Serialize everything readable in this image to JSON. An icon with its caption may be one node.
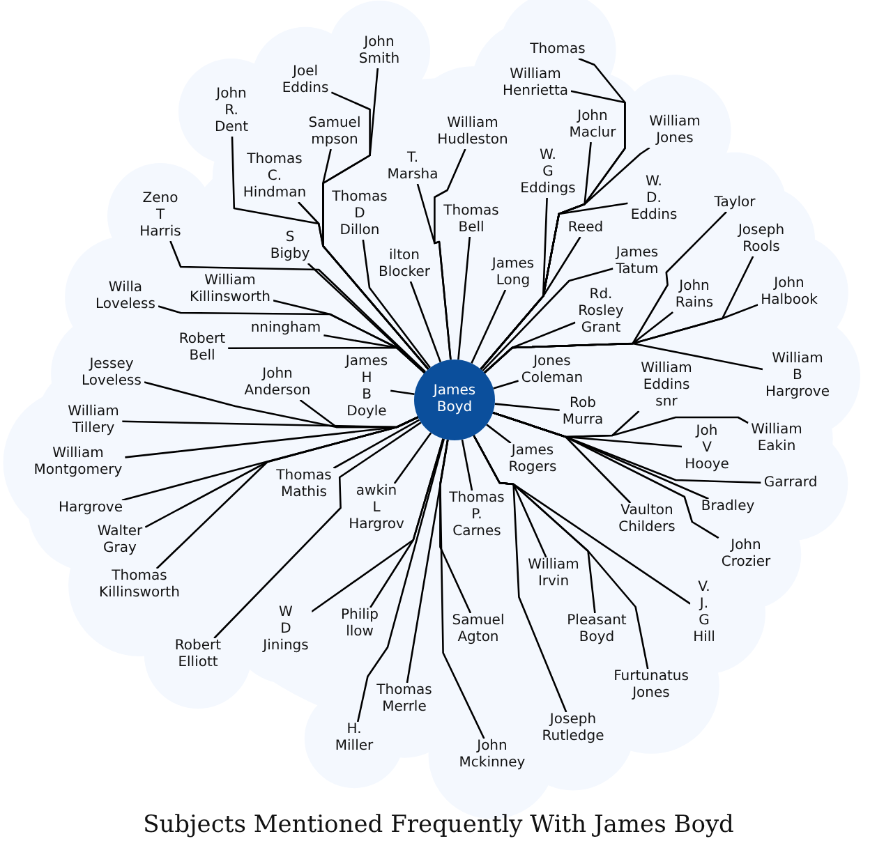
{
  "diagram": {
    "title": "Subjects Mentioned Frequently With James Boyd",
    "nodes": [
      {
        "text": [
          "James Boyd"
        ]
      },
      {
        "text": [
          "John Smith"
        ]
      },
      {
        "text": [
          "Thomas"
        ]
      },
      {
        "text": [
          "Joel Eddins"
        ]
      },
      {
        "text": [
          "William Henrietta"
        ]
      },
      {
        "text": [
          "John R. Dent"
        ]
      },
      {
        "text": [
          "John Maclur"
        ]
      },
      {
        "text": [
          "William Jones"
        ]
      },
      {
        "text": [
          "Samuel mpson"
        ]
      },
      {
        "text": [
          "William Hudleston"
        ]
      },
      {
        "text": [
          "T. Marsha"
        ]
      },
      {
        "text": [
          "Thomas C. Hindman"
        ]
      },
      {
        "text": [
          "W. G Eddings"
        ]
      },
      {
        "text": [
          "W. D. Eddins"
        ]
      },
      {
        "text": [
          "Taylor"
        ]
      },
      {
        "text": [
          "Zeno T Harris"
        ]
      },
      {
        "text": [
          "Thomas D Dillon"
        ]
      },
      {
        "text": [
          "Thomas Bell"
        ]
      },
      {
        "text": [
          "Reed"
        ]
      },
      {
        "text": [
          "Joseph Rools"
        ]
      },
      {
        "text": [
          "S Bigby"
        ]
      },
      {
        "text": [
          "ilton Blocker"
        ]
      },
      {
        "text": [
          "James Long"
        ]
      },
      {
        "text": [
          "James Tatum"
        ]
      },
      {
        "text": [
          "Willa Loveless"
        ]
      },
      {
        "text": [
          "William Killinsworth"
        ]
      },
      {
        "text": [
          "John Rains"
        ]
      },
      {
        "text": [
          "John Halbook"
        ]
      },
      {
        "text": [
          "Rd. Rosley Grant"
        ]
      },
      {
        "text": [
          "nningham"
        ]
      },
      {
        "text": [
          "Robert Bell"
        ]
      },
      {
        "text": [
          "James H B Doyle"
        ]
      },
      {
        "text": [
          "Jones Coleman"
        ]
      },
      {
        "text": [
          "Jessey Loveless"
        ]
      },
      {
        "text": [
          "John Anderson"
        ]
      },
      {
        "text": [
          "William Eddins snr"
        ]
      },
      {
        "text": [
          "William B Hargrove"
        ]
      },
      {
        "text": [
          "Rob Murra"
        ]
      },
      {
        "text": [
          "William Tillery"
        ]
      },
      {
        "text": [
          "William Eakin"
        ]
      },
      {
        "text": [
          "Joh V Hooye"
        ]
      },
      {
        "text": [
          "William Montgomery"
        ]
      },
      {
        "text": [
          "James Rogers"
        ]
      },
      {
        "text": [
          "Thomas Mathis"
        ]
      },
      {
        "text": [
          "Garrard"
        ]
      },
      {
        "text": [
          "awkin L Hargrov"
        ]
      },
      {
        "text": [
          "Hargrove"
        ]
      },
      {
        "text": [
          "Bradley"
        ]
      },
      {
        "text": [
          "Thomas P. Carnes"
        ]
      },
      {
        "text": [
          "Vaulton Childers"
        ]
      },
      {
        "text": [
          "Walter Gray"
        ]
      },
      {
        "text": [
          "John Crozier"
        ]
      },
      {
        "text": [
          "William Irvin"
        ]
      },
      {
        "text": [
          "Thomas Killinsworth"
        ]
      },
      {
        "text": [
          "V. J. G Hill"
        ]
      },
      {
        "text": [
          "Philip llow"
        ]
      },
      {
        "text": [
          "W D Jinings"
        ]
      },
      {
        "text": [
          "Samuel Agton"
        ]
      },
      {
        "text": [
          "Pleasant Boyd"
        ]
      },
      {
        "text": [
          "Robert Elliott"
        ]
      },
      {
        "text": [
          "Furtunatus Jones"
        ]
      },
      {
        "text": [
          "Thomas Merrle"
        ]
      },
      {
        "text": [
          "H. Miller"
        ]
      },
      {
        "text": [
          "Joseph Rutledge"
        ]
      },
      {
        "text": [
          "John Mckinney"
        ]
      }
    ],
    "edges": [
      {
        "from": 0,
        "to": 1,
        "arrow": "none"
      },
      {
        "from": 0,
        "to": 2,
        "arrow": "none"
      },
      {
        "from": 0,
        "to": 3,
        "arrow": "none"
      },
      {
        "from": 0,
        "to": 4,
        "arrow": "none"
      },
      {
        "from": 0,
        "to": 5,
        "arrow": "none"
      },
      {
        "from": 0,
        "to": 6,
        "arrow": "none"
      },
      {
        "from": 0,
        "to": 7,
        "arrow": "none"
      },
      {
        "from": 0,
        "to": 8,
        "arrow": "none"
      },
      {
        "from": 0,
        "to": 9,
        "arrow": "none"
      },
      {
        "from": 0,
        "to": 10,
        "arrow": "none"
      },
      {
        "from": 0,
        "to": 11,
        "arrow": "none"
      },
      {
        "from": 0,
        "to": 12,
        "arrow": "none"
      },
      {
        "from": 0,
        "to": 13,
        "arrow": "none"
      },
      {
        "from": 0,
        "to": 14,
        "arrow": "none"
      },
      {
        "from": 0,
        "to": 15,
        "arrow": "none"
      },
      {
        "from": 0,
        "to": 16,
        "arrow": "none"
      },
      {
        "from": 0,
        "to": 17,
        "arrow": "none"
      },
      {
        "from": 0,
        "to": 18,
        "arrow": "none"
      },
      {
        "from": 0,
        "to": 19,
        "arrow": "none"
      },
      {
        "from": 0,
        "to": 20,
        "arrow": "none"
      },
      {
        "from": 0,
        "to": 21,
        "arrow": "none"
      },
      {
        "from": 0,
        "to": 22,
        "arrow": "none"
      },
      {
        "from": 0,
        "to": 23,
        "arrow": "none"
      },
      {
        "from": 0,
        "to": 24,
        "arrow": "none"
      },
      {
        "from": 0,
        "to": 25,
        "arrow": "none"
      },
      {
        "from": 0,
        "to": 26,
        "arrow": "none"
      },
      {
        "from": 0,
        "to": 27,
        "arrow": "none"
      },
      {
        "from": 0,
        "to": 28,
        "arrow": "none"
      },
      {
        "from": 0,
        "to": 29,
        "arrow": "none"
      },
      {
        "from": 0,
        "to": 30,
        "arrow": "none"
      },
      {
        "from": 0,
        "to": 31,
        "arrow": "none"
      },
      {
        "from": 0,
        "to": 32,
        "arrow": "none"
      },
      {
        "from": 0,
        "to": 33,
        "arrow": "none"
      },
      {
        "from": 0,
        "to": 34,
        "arrow": "none"
      },
      {
        "from": 0,
        "to": 35,
        "arrow": "none"
      },
      {
        "from": 0,
        "to": 36,
        "arrow": "none"
      },
      {
        "from": 0,
        "to": 37,
        "arrow": "none"
      },
      {
        "from": 0,
        "to": 38,
        "arrow": "none"
      },
      {
        "from": 0,
        "to": 39,
        "arrow": "none"
      },
      {
        "from": 0,
        "to": 40,
        "arrow": "none"
      },
      {
        "from": 0,
        "to": 41,
        "arrow": "none"
      },
      {
        "from": 0,
        "to": 42,
        "arrow": "none"
      },
      {
        "from": 0,
        "to": 43,
        "arrow": "none"
      },
      {
        "from": 0,
        "to": 44,
        "arrow": "none"
      },
      {
        "from": 0,
        "to": 45,
        "arrow": "none"
      },
      {
        "from": 0,
        "to": 46,
        "arrow": "none"
      },
      {
        "from": 0,
        "to": 47,
        "arrow": "none"
      },
      {
        "from": 0,
        "to": 48,
        "arrow": "none"
      },
      {
        "from": 0,
        "to": 49,
        "arrow": "none"
      },
      {
        "from": 0,
        "to": 50,
        "arrow": "none"
      },
      {
        "from": 0,
        "to": 51,
        "arrow": "none"
      },
      {
        "from": 0,
        "to": 52,
        "arrow": "none"
      },
      {
        "from": 0,
        "to": 53,
        "arrow": "none"
      },
      {
        "from": 0,
        "to": 54,
        "arrow": "none"
      },
      {
        "from": 0,
        "to": 55,
        "arrow": "none"
      },
      {
        "from": 0,
        "to": 56,
        "arrow": "none"
      },
      {
        "from": 0,
        "to": 57,
        "arrow": "none"
      },
      {
        "from": 0,
        "to": 58,
        "arrow": "none"
      },
      {
        "from": 0,
        "to": 59,
        "arrow": "none"
      },
      {
        "from": 0,
        "to": 60,
        "arrow": "none"
      },
      {
        "from": 0,
        "to": 61,
        "arrow": "none"
      },
      {
        "from": 0,
        "to": 62,
        "arrow": "none"
      },
      {
        "from": 0,
        "to": 63,
        "arrow": "none"
      },
      {
        "from": 0,
        "to": 64,
        "arrow": "none"
      }
    ]
  }
}
